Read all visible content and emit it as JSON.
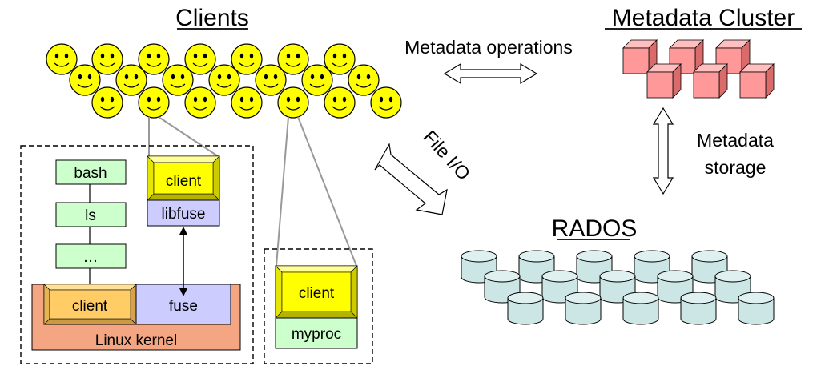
{
  "titles": {
    "clients": "Clients",
    "metadata_cluster": "Metadata Cluster",
    "rados": "RADOS"
  },
  "labels": {
    "metadata_operations": "Metadata operations",
    "file_io": "File I/O",
    "metadata_storage_line1": "Metadata",
    "metadata_storage_line2": "storage"
  },
  "kernel_box": {
    "bash": "bash",
    "ls": "ls",
    "ellipsis": "…",
    "client": "client",
    "fuse": "fuse",
    "linux_kernel": "Linux kernel",
    "libfuse_client": "client",
    "libfuse": "libfuse"
  },
  "myproc_box": {
    "client": "client",
    "myproc": "myproc"
  },
  "colors": {
    "smiley_fill": "#ffff00",
    "green_box": "#ccffcc",
    "lavender_box": "#ccccff",
    "kernel_fill": "#f4a582",
    "kernel_client": "#ffcc66",
    "yellow_client": "#ffff00",
    "metadata_cube": "#ff9999",
    "rados_disk": "#cce6e6"
  },
  "icons": {
    "client_node": "smiley-face-icon",
    "metadata_server": "cube-icon",
    "storage_device": "disk-cylinder-icon"
  }
}
